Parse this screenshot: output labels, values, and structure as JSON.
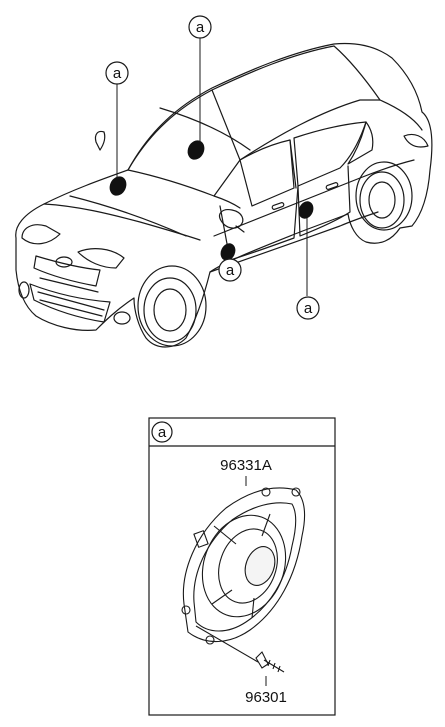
{
  "diagram": {
    "callout_letter": "a",
    "detail_box": {
      "header_letter": "a",
      "parts": [
        {
          "part_no": "96331A"
        },
        {
          "part_no": "96301"
        }
      ]
    },
    "callouts": [
      {
        "letter": "a"
      },
      {
        "letter": "a"
      },
      {
        "letter": "a"
      },
      {
        "letter": "a"
      }
    ]
  },
  "colors": {
    "line": "#1a1a1a",
    "marker": "#111111",
    "background": "#ffffff"
  }
}
